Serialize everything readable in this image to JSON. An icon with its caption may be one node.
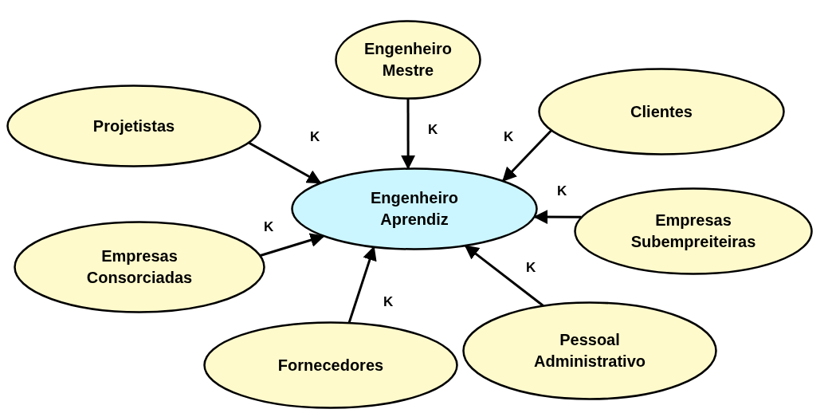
{
  "diagram": {
    "nodes": [
      {
        "text": [
          "Engenheiro Mestre"
        ]
      },
      {
        "text": [
          "Projetistas"
        ]
      },
      {
        "text": [
          "Clientes"
        ]
      },
      {
        "text": [
          "Engenheiro Aprendiz"
        ]
      },
      {
        "text": [
          "Empresas Subempreiteiras"
        ]
      },
      {
        "text": [
          "Empresas Consorciadas"
        ]
      },
      {
        "text": [
          "Pessoal Administrativo"
        ]
      },
      {
        "text": [
          "Fornecedores"
        ]
      }
    ],
    "edges": [
      {
        "from": 0,
        "to": 3,
        "arrow": "to",
        "label": "K"
      },
      {
        "from": 1,
        "to": 3,
        "arrow": "to",
        "label": "K"
      },
      {
        "from": 2,
        "to": 3,
        "arrow": "to",
        "label": "K"
      },
      {
        "from": 4,
        "to": 3,
        "arrow": "to",
        "label": "K"
      },
      {
        "from": 5,
        "to": 3,
        "arrow": "to",
        "label": "K"
      },
      {
        "from": 6,
        "to": 3,
        "arrow": "to",
        "label": "K"
      },
      {
        "from": 7,
        "to": 3,
        "arrow": "to",
        "label": "K"
      }
    ]
  }
}
